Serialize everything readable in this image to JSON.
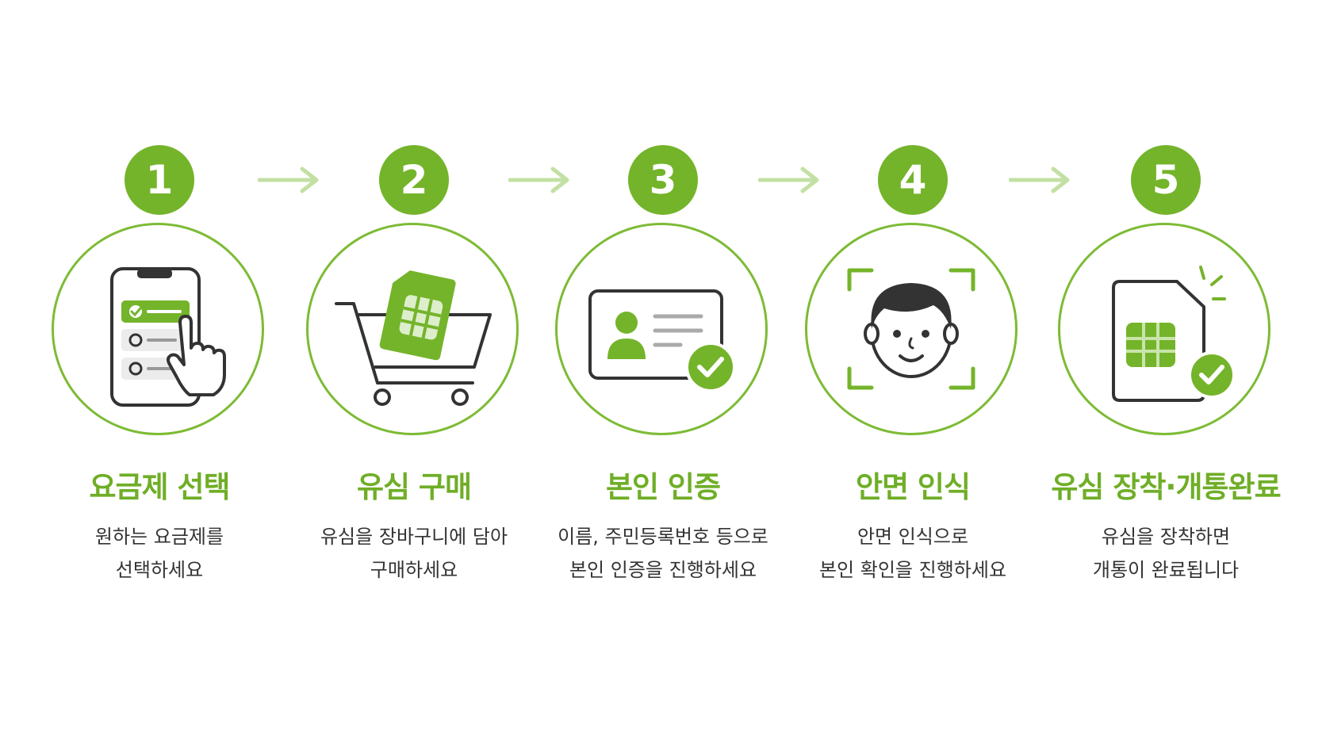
{
  "colors": {
    "accent": "#74b42a",
    "ring": "#7dbb35",
    "arrow": "#c3e0a4",
    "text": "#333333"
  },
  "steps": [
    {
      "number": "1",
      "title": "요금제 선택",
      "desc": [
        "원하는 요금제를",
        "선택하세요"
      ],
      "icon": "phone-select-icon"
    },
    {
      "number": "2",
      "title": "유심 구매",
      "desc": [
        "유심을 장바구니에 담아",
        "구매하세요"
      ],
      "icon": "cart-sim-icon"
    },
    {
      "number": "3",
      "title": "본인 인증",
      "desc": [
        "이름, 주민등록번호 등으로",
        "본인 인증을 진행하세요"
      ],
      "icon": "id-card-check-icon"
    },
    {
      "number": "4",
      "title": "안면 인식",
      "desc": [
        "안면 인식으로",
        "본인 확인을 진행하세요"
      ],
      "icon": "face-scan-icon"
    },
    {
      "number": "5",
      "title": "유심 장착·개통완료",
      "desc": [
        "유심을 장착하면",
        "개통이 완료됩니다"
      ],
      "icon": "sim-check-icon"
    }
  ]
}
